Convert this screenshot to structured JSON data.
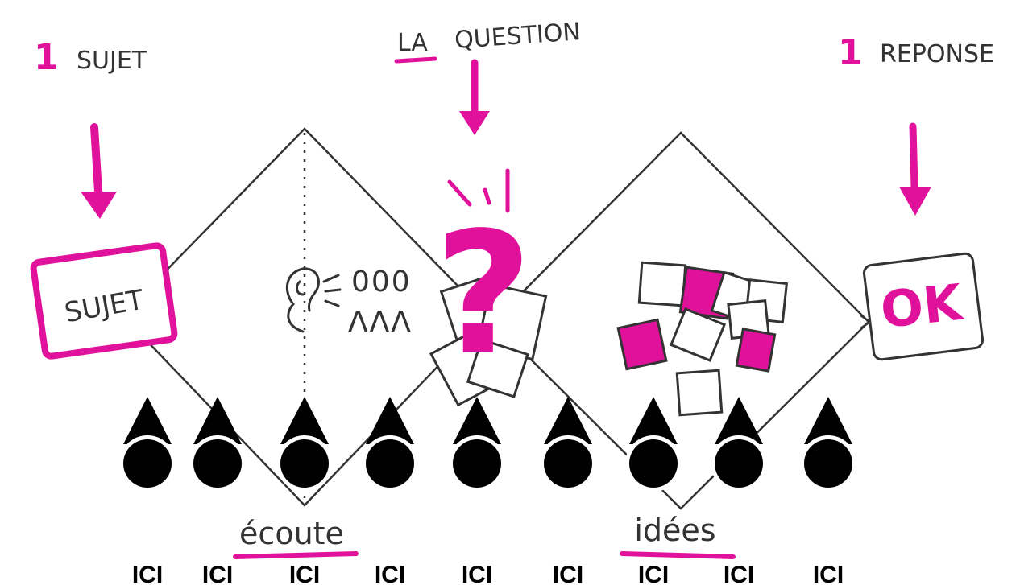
{
  "colors": {
    "accent": "#e0129b",
    "ink": "#333333",
    "marker": "#000000"
  },
  "labels": {
    "sujet_top_number": "1",
    "sujet_top": "SUJET",
    "question_prefix": "LA",
    "question_word": "QUESTION",
    "reponse_number": "1",
    "reponse": "REPONSE",
    "sujet_box": "SUJET",
    "ok_box": "OK",
    "question_mark": "?",
    "ecoute": "écoute",
    "idees": "idées",
    "ear_glyphs_row1": "000",
    "ear_glyphs_row2": "ΛΛΛ"
  },
  "markers": [
    {
      "label": "ICI"
    },
    {
      "label": "ICI"
    },
    {
      "label": "ICI"
    },
    {
      "label": "ICI"
    },
    {
      "label": "ICI"
    },
    {
      "label": "ICI"
    },
    {
      "label": "ICI"
    },
    {
      "label": "ICI"
    },
    {
      "label": "ICI"
    }
  ]
}
